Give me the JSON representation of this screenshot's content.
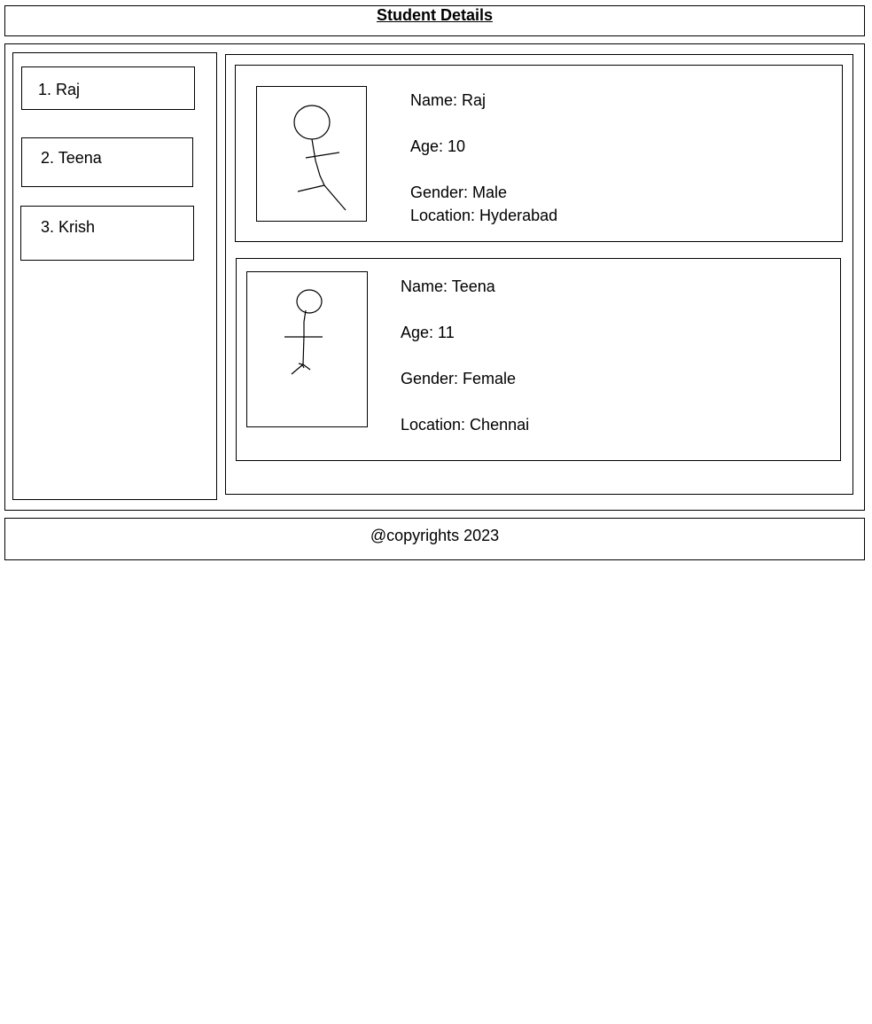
{
  "header": {
    "title": "Student Details"
  },
  "sidebar": {
    "items": [
      {
        "label": "1. Raj"
      },
      {
        "label": "2. Teena"
      },
      {
        "label": "3. Krish"
      }
    ]
  },
  "students": [
    {
      "name": "Name: Raj",
      "age": "Age: 10",
      "gender": "Gender: Male",
      "location": "Location: Hyderabad",
      "photo_icon": "stick-figure"
    },
    {
      "name": "Name: Teena",
      "age": "Age: 11",
      "gender": "Gender: Female",
      "location": "Location: Chennai",
      "photo_icon": "stick-figure"
    }
  ],
  "footer": {
    "copyright": "@copyrights 2023"
  }
}
